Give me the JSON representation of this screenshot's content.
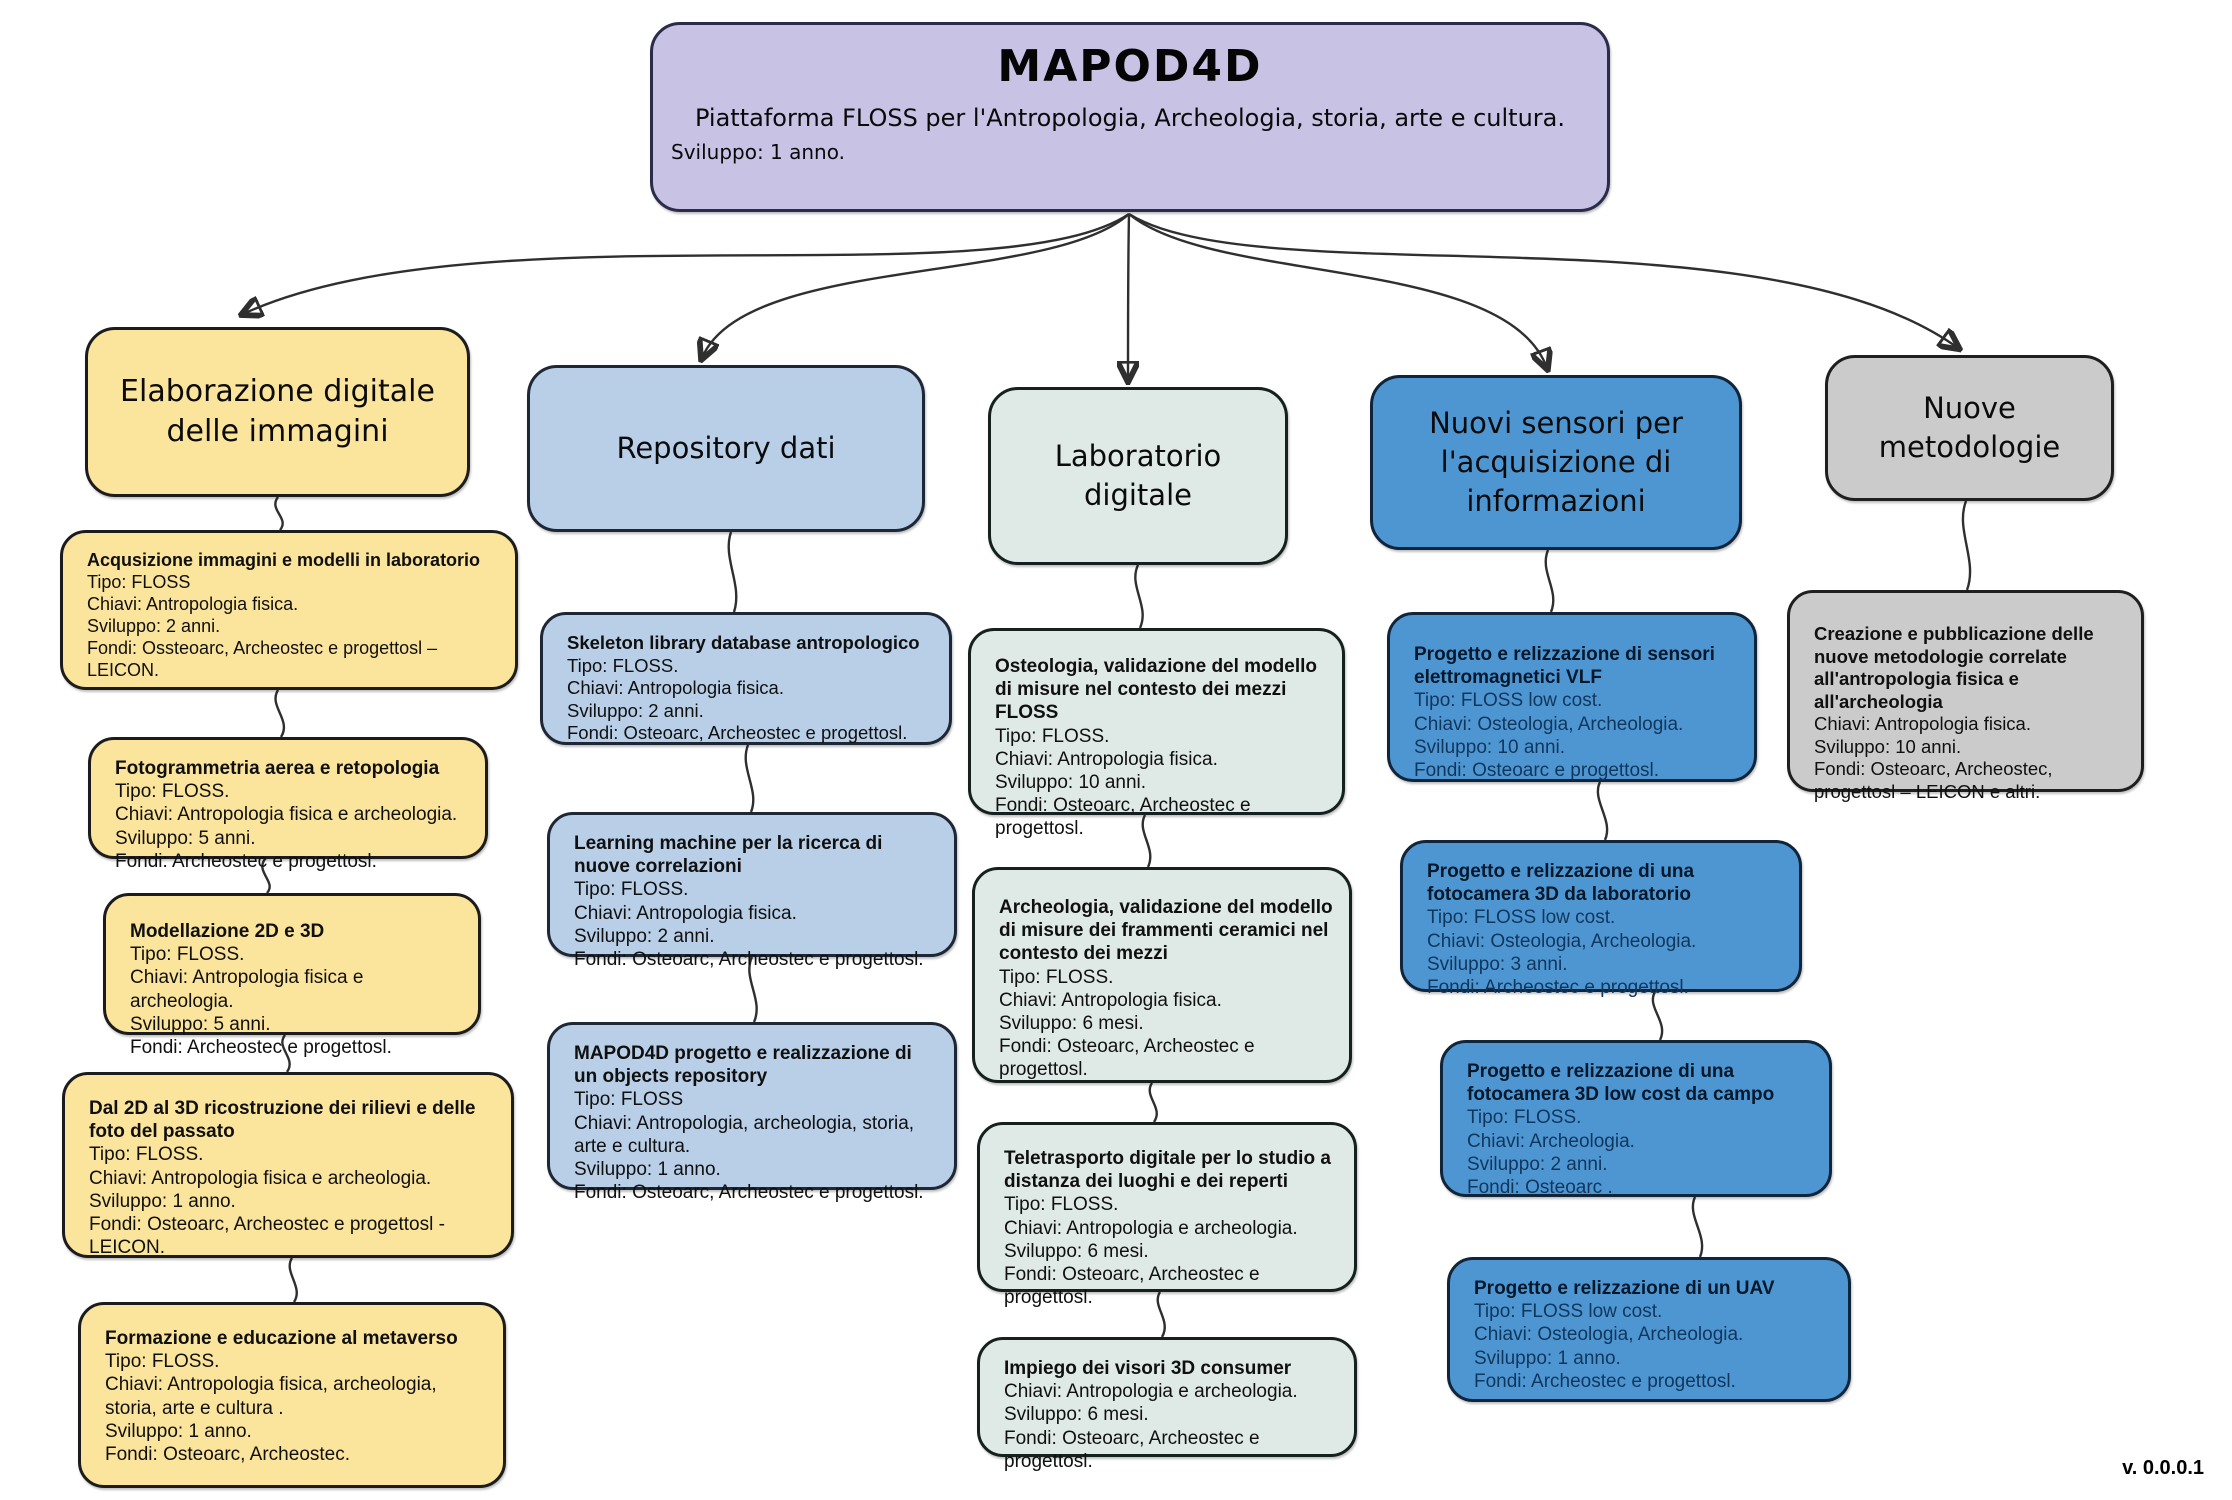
{
  "root": {
    "title": "MAPOD4D",
    "subtitle": "Piattaforma FLOSS per l'Antropologia, Archeologia, storia, arte e cultura.",
    "dev": "Sviluppo: 1 anno."
  },
  "version": "v. 0.0.0.1",
  "colors": {
    "root_bg": "#c8c2e4",
    "col1_bg": "#fbe49b",
    "col2_bg": "#b9cfe7",
    "col3_bg": "#dfe9e5",
    "col4_bg": "#4e96d2",
    "col5_bg": "#cbcbcb",
    "connector": "#2f2f2f"
  },
  "columns": [
    {
      "header": "Elaborazione digitale delle immagini",
      "children": [
        {
          "title": "Acqusizione immagini e modelli in laboratorio",
          "lines": [
            "Tipo: FLOSS",
            "Chiavi: Antropologia fisica.",
            "Sviluppo: 2 anni.",
            "Fondi: Ossteoarc, Archeostec e progettosl – LEICON."
          ]
        },
        {
          "title": "Fotogrammetria aerea e retopologia",
          "lines": [
            "Tipo: FLOSS.",
            "Chiavi: Antropologia fisica e archeologia.",
            "Sviluppo: 5 anni.",
            "Fondi:  Archeostec e progettosl."
          ]
        },
        {
          "title": "Modellazione 2D e 3D",
          "lines": [
            "Tipo: FLOSS.",
            "Chiavi: Antropologia fisica e archeologia.",
            "Sviluppo: 5 anni.",
            "Fondi:  Archeostec e progettosl."
          ]
        },
        {
          "title": "Dal 2D al 3D ricostruzione dei rilievi e delle foto del passato",
          "lines": [
            "Tipo: FLOSS.",
            "Chiavi: Antropologia fisica e archeologia.",
            "Sviluppo: 1 anno.",
            "Fondi:  Osteoarc, Archeostec e progettosl - LEICON."
          ]
        },
        {
          "title": "Formazione e educazione al metaverso",
          "lines": [
            "Tipo: FLOSS.",
            "Chiavi: Antropologia fisica, archeologia, storia, arte e cultura .",
            "Sviluppo: 1 anno.",
            "Fondi:  Osteoarc, Archeostec."
          ]
        }
      ]
    },
    {
      "header": "Repository dati",
      "children": [
        {
          "title": "Skeleton library database antropologico",
          "lines": [
            "Tipo: FLOSS.",
            "Chiavi: Antropologia fisica.",
            "Sviluppo: 2 anni.",
            "Fondi: Osteoarc, Archeostec e progettosl."
          ]
        },
        {
          "title": "Learning machine per la ricerca di nuove correlazioni",
          "lines": [
            "Tipo: FLOSS.",
            "Chiavi: Antropologia fisica.",
            "Sviluppo: 2 anni.",
            "Fondi: Osteoarc, Archeostec e progettosl."
          ]
        },
        {
          "title": "MAPOD4D progetto e realizzazione di un objects repository",
          "lines": [
            "Tipo: FLOSS",
            "Chiavi: Antropologia, archeologia, storia, arte e cultura.",
            "Sviluppo: 1 anno.",
            "Fondi: Osteoarc, Archeostec e progettosl."
          ]
        }
      ]
    },
    {
      "header": "Laboratorio digitale",
      "children": [
        {
          "title": "Osteologia, validazione del modello di misure nel contesto dei mezzi FLOSS",
          "lines": [
            "Tipo: FLOSS.",
            "Chiavi: Antropologia fisica.",
            "Sviluppo: 10 anni.",
            "Fondi: Osteoarc, Archeostec e progettosl."
          ]
        },
        {
          "title": "Archeologia, validazione del modello di misure dei frammenti ceramici nel contesto dei mezzi",
          "lines": [
            "Tipo: FLOSS.",
            "Chiavi: Antropologia fisica.",
            "Sviluppo: 6 mesi.",
            "Fondi: Osteoarc, Archeostec e progettosl."
          ]
        },
        {
          "title": "Teletrasporto digitale per lo studio a distanza dei luoghi e dei reperti",
          "lines": [
            "Tipo: FLOSS.",
            "Chiavi: Antropologia e archeologia.",
            "Sviluppo: 6 mesi.",
            "Fondi: Osteoarc, Archeostec e progettosl."
          ]
        },
        {
          "title": "Impiego dei visori 3D consumer",
          "lines": [
            "Chiavi: Antropologia e archeologia.",
            "Sviluppo: 6 mesi.",
            "Fondi: Osteoarc, Archeostec e progettosl."
          ]
        }
      ]
    },
    {
      "header": "Nuovi sensori per l'acquisizione di informazioni",
      "children": [
        {
          "title": "Progetto e relizzazione di sensori elettromagnetici VLF",
          "lines": [
            "Tipo: FLOSS low cost.",
            "Chiavi: Osteologia, Archeologia.",
            "Sviluppo: 10 anni.",
            "Fondi: Osteoarc e progettosl."
          ]
        },
        {
          "title": "Progetto e relizzazione di una fotocamera 3D da laboratorio",
          "lines": [
            "Tipo: FLOSS low cost.",
            "Chiavi: Osteologia, Archeologia.",
            "Sviluppo: 3 anni.",
            "Fondi: Archeostec e progettosl."
          ]
        },
        {
          "title": "Progetto e relizzazione di una fotocamera 3D low cost da campo",
          "lines": [
            "Tipo: FLOSS.",
            "Chiavi: Archeologia.",
            "Sviluppo: 2 anni.",
            "Fondi: Osteoarc ."
          ]
        },
        {
          "title": "Progetto e relizzazione di un UAV",
          "lines": [
            "Tipo: FLOSS low cost.",
            "Chiavi: Osteologia, Archeologia.",
            "Sviluppo: 1 anno.",
            "Fondi: Archeostec e progettosl."
          ]
        }
      ]
    },
    {
      "header": "Nuove metodologie",
      "children": [
        {
          "title": "Creazione e pubblicazione delle nuove metodologie correlate all'antropologia fisica e all'archeologia",
          "lines": [
            "Chiavi: Antropologia fisica.",
            "Sviluppo: 10 anni.",
            "Fondi: Osteoarc, Archeostec, progettosl – LEICON e altri."
          ]
        }
      ]
    }
  ]
}
